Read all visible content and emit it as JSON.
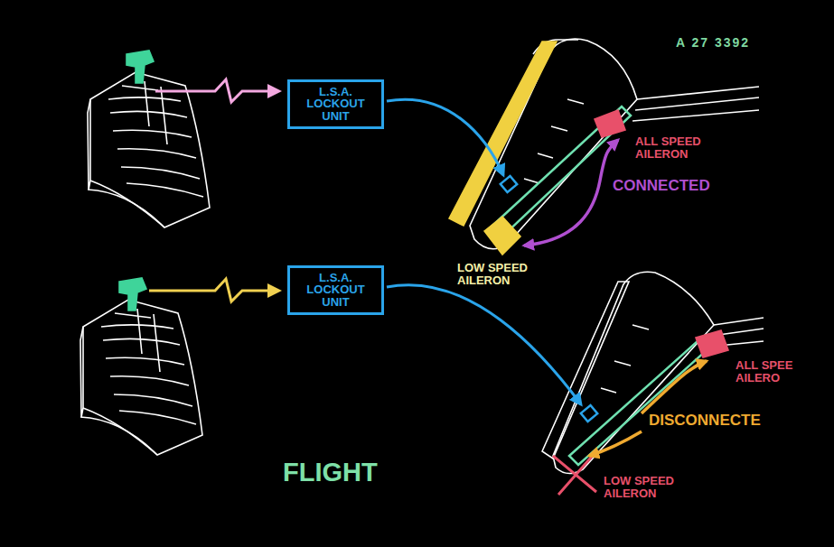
{
  "diagram": {
    "title": "FLIGHT",
    "nodes": [
      {
        "text": [
          "L.S.A. LOCKOUT UNIT"
        ]
      },
      {
        "text": [
          "L.S.A. LOCKOUT UNIT"
        ]
      }
    ],
    "labels": [
      "A 27 3392",
      "ALL SPEED AILERON",
      "CONNECTED",
      "LOW SPEED AILERON",
      "ALL SPEE AILERO",
      "DISCONNECTE",
      "LOW SPEED AILERON"
    ]
  }
}
